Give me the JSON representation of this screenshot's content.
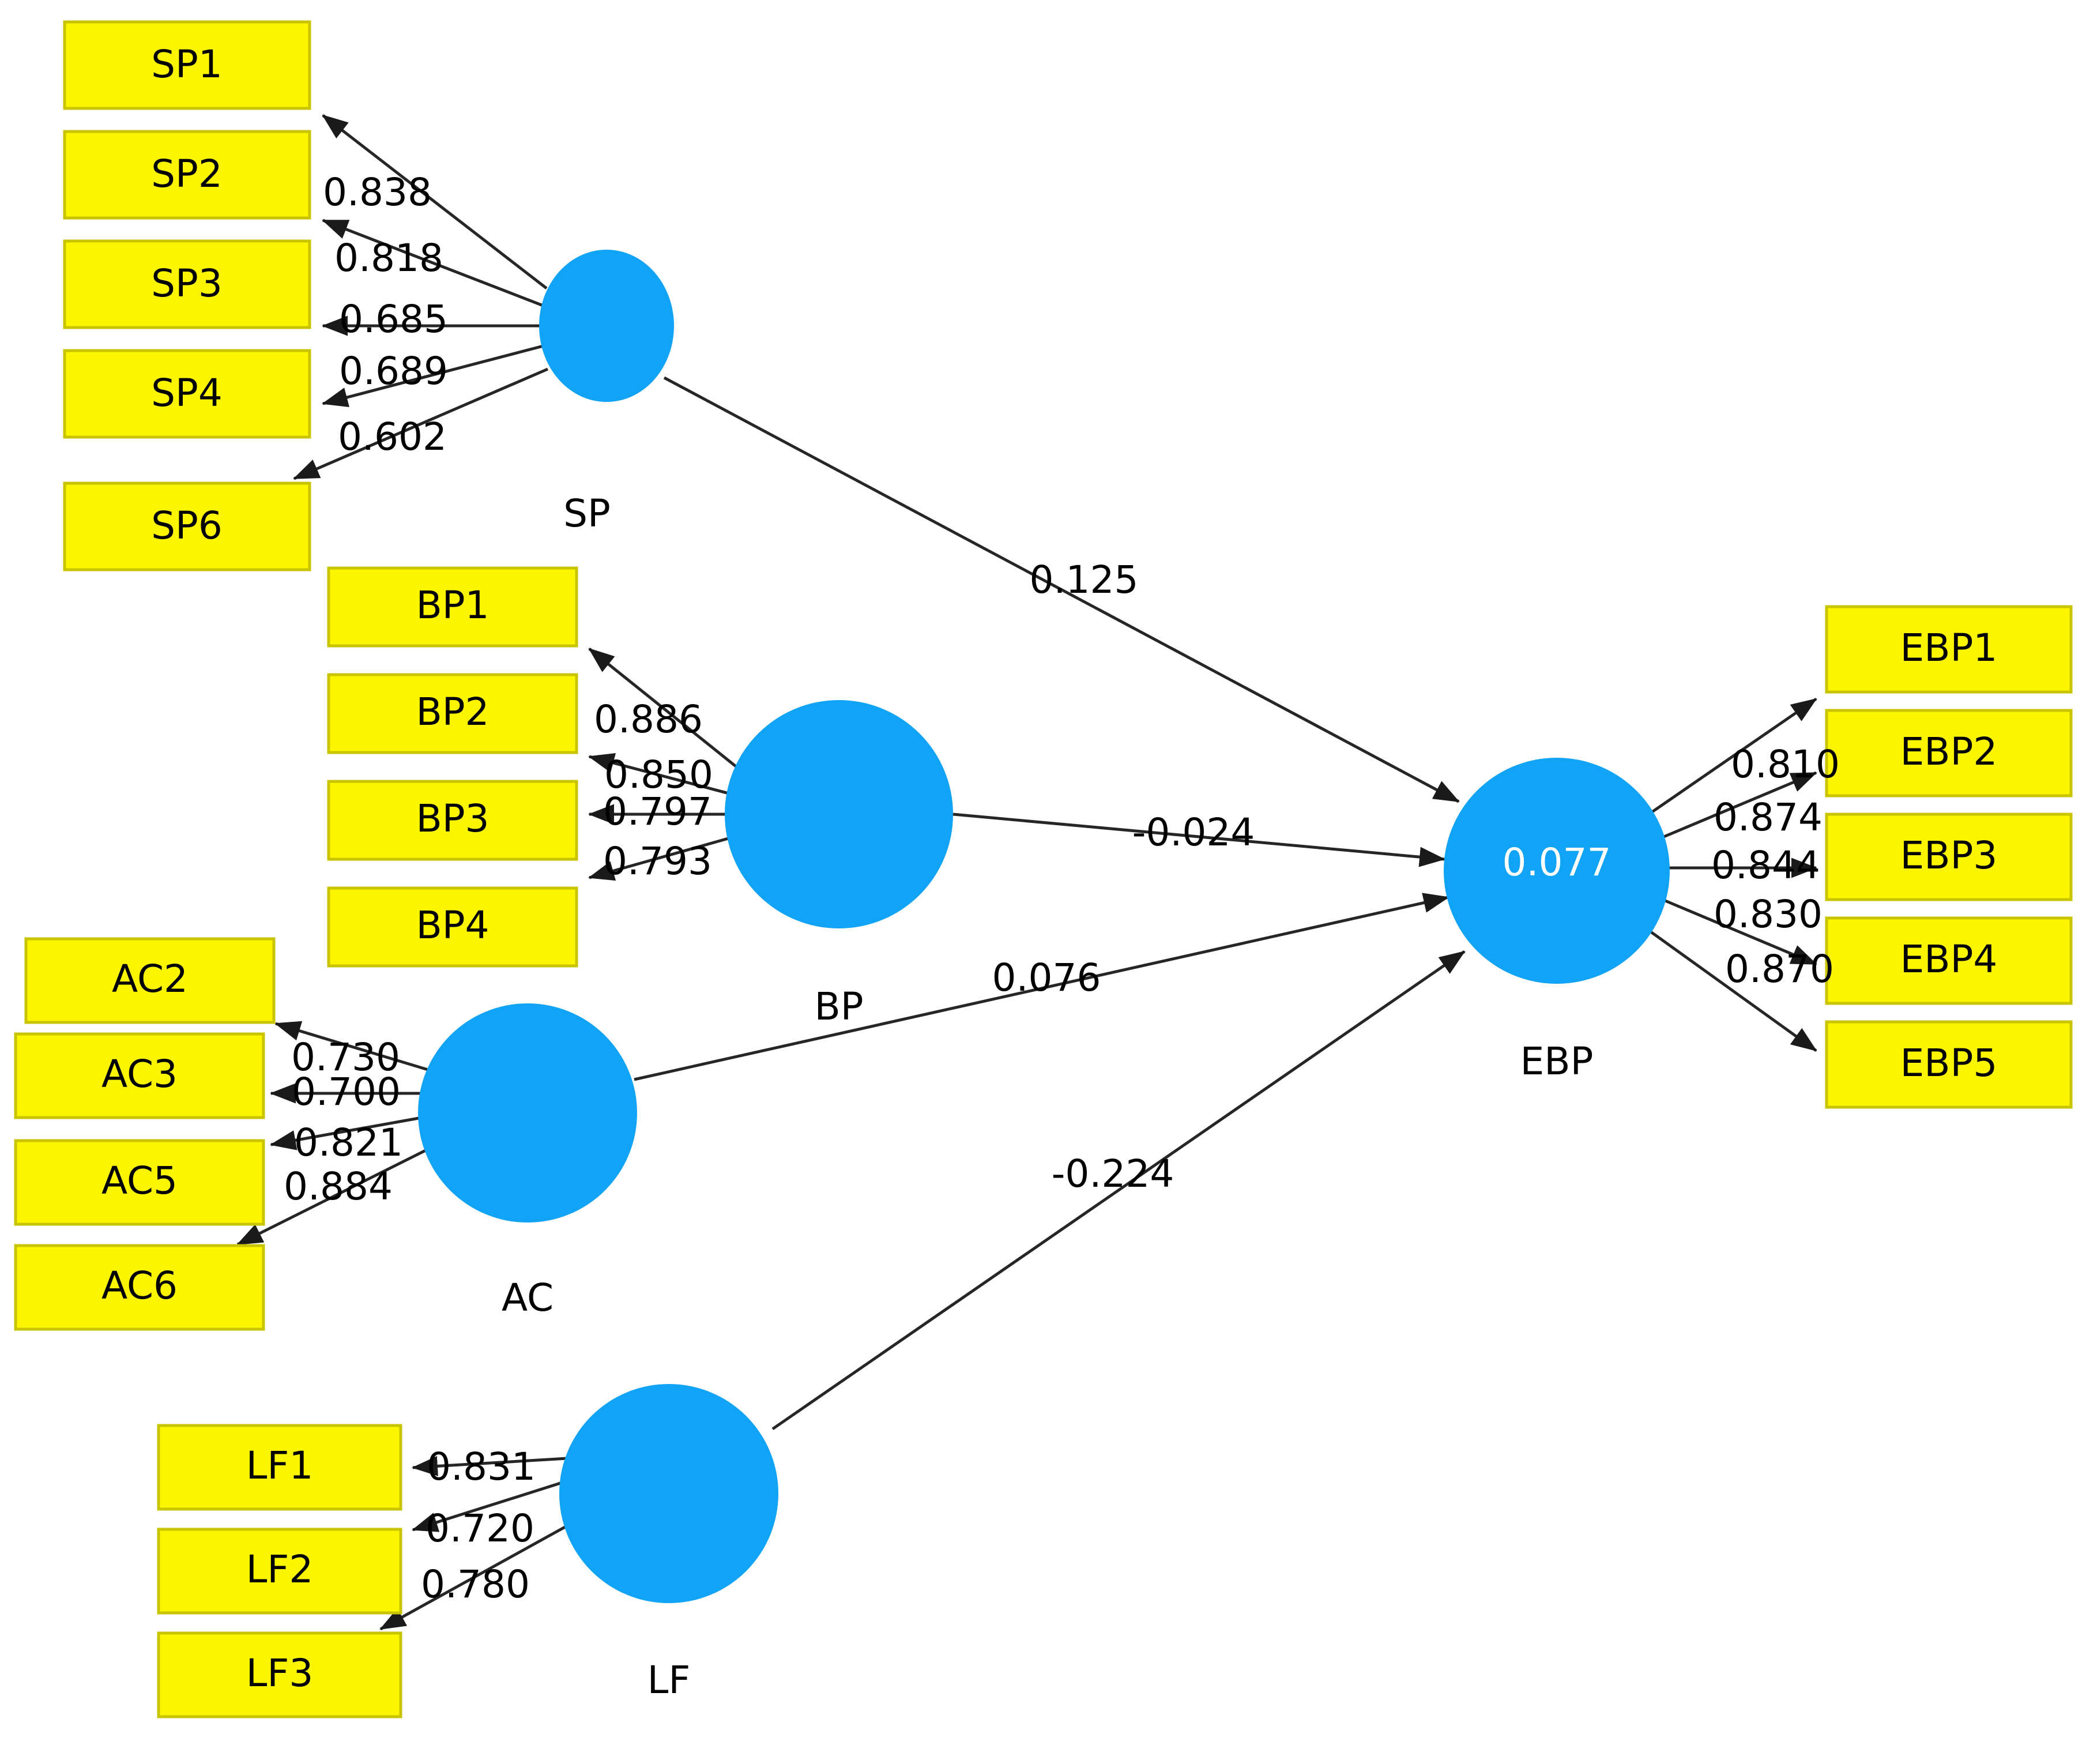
{
  "chart_data": {
    "type": "diagram",
    "diagram_kind": "structural-equation-model-path-diagram",
    "title": "",
    "colors": {
      "indicator_fill": "#fbf500",
      "indicator_stroke": "#c8c400",
      "latent_fill": "#11a3f5",
      "edge": "#262626",
      "background": "#ffffff",
      "latent_inner_text": "#ffffff"
    },
    "latent_variables": [
      {
        "id": "SP",
        "label": "SP",
        "inner_value": ""
      },
      {
        "id": "BP",
        "label": "BP",
        "inner_value": ""
      },
      {
        "id": "AC",
        "label": "AC",
        "inner_value": ""
      },
      {
        "id": "LF",
        "label": "LF",
        "inner_value": ""
      },
      {
        "id": "EBP",
        "label": "EBP",
        "inner_value": "0.077"
      }
    ],
    "measurement_model": [
      {
        "construct": "SP",
        "indicators": [
          "SP1",
          "SP2",
          "SP3",
          "SP4",
          "SP6"
        ],
        "loadings": [
          "0.838",
          "0.818",
          "0.685",
          "0.689",
          "0.602"
        ]
      },
      {
        "construct": "BP",
        "indicators": [
          "BP1",
          "BP2",
          "BP3",
          "BP4"
        ],
        "loadings": [
          "0.886",
          "0.850",
          "0.797",
          "0.793"
        ]
      },
      {
        "construct": "AC",
        "indicators": [
          "AC2",
          "AC3",
          "AC5",
          "AC6"
        ],
        "loadings": [
          "0.730",
          "0.700",
          "0.821",
          "0.884"
        ]
      },
      {
        "construct": "LF",
        "indicators": [
          "LF1",
          "LF2",
          "LF3"
        ],
        "loadings": [
          "0.831",
          "0.720",
          "0.780"
        ]
      },
      {
        "construct": "EBP",
        "indicators": [
          "EBP1",
          "EBP2",
          "EBP3",
          "EBP4",
          "EBP5"
        ],
        "loadings": [
          "0.810",
          "0.874",
          "0.844",
          "0.830",
          "0.870"
        ]
      }
    ],
    "structural_paths": [
      {
        "from": "SP",
        "to": "EBP",
        "coefficient": "0.125"
      },
      {
        "from": "BP",
        "to": "EBP",
        "coefficient": "-0.024"
      },
      {
        "from": "AC",
        "to": "EBP",
        "coefficient": "0.076"
      },
      {
        "from": "LF",
        "to": "EBP",
        "coefficient": "-0.224"
      }
    ],
    "r_squared": {
      "EBP": "0.077"
    }
  },
  "nodes": {
    "sp": {
      "label": "SP",
      "indicators": [
        {
          "name": "SP1",
          "loading": "0.838"
        },
        {
          "name": "SP2",
          "loading": "0.818"
        },
        {
          "name": "SP3",
          "loading": "0.685"
        },
        {
          "name": "SP4",
          "loading": "0.689"
        },
        {
          "name": "SP6",
          "loading": "0.602"
        }
      ]
    },
    "bp": {
      "label": "BP",
      "indicators": [
        {
          "name": "BP1",
          "loading": "0.886"
        },
        {
          "name": "BP2",
          "loading": "0.850"
        },
        {
          "name": "BP3",
          "loading": "0.797"
        },
        {
          "name": "BP4",
          "loading": "0.793"
        }
      ]
    },
    "ac": {
      "label": "AC",
      "indicators": [
        {
          "name": "AC2",
          "loading": "0.730"
        },
        {
          "name": "AC3",
          "loading": "0.700"
        },
        {
          "name": "AC5",
          "loading": "0.821"
        },
        {
          "name": "AC6",
          "loading": "0.884"
        }
      ]
    },
    "lf": {
      "label": "LF",
      "indicators": [
        {
          "name": "LF1",
          "loading": "0.831"
        },
        {
          "name": "LF2",
          "loading": "0.720"
        },
        {
          "name": "LF3",
          "loading": "0.780"
        }
      ]
    },
    "ebp": {
      "label": "EBP",
      "r2": "0.077",
      "indicators": [
        {
          "name": "EBP1",
          "loading": "0.810"
        },
        {
          "name": "EBP2",
          "loading": "0.874"
        },
        {
          "name": "EBP3",
          "loading": "0.844"
        },
        {
          "name": "EBP4",
          "loading": "0.830"
        },
        {
          "name": "EBP5",
          "loading": "0.870"
        }
      ]
    }
  },
  "paths": {
    "sp_to_ebp": "0.125",
    "bp_to_ebp": "-0.024",
    "ac_to_ebp": "0.076",
    "lf_to_ebp": "-0.224"
  }
}
